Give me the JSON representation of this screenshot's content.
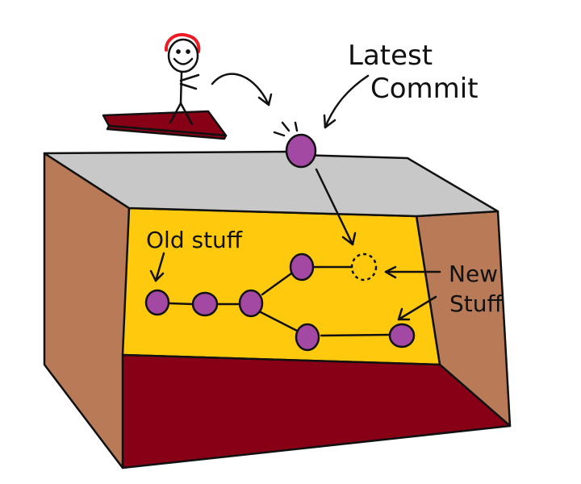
{
  "labels": {
    "latest_line1": "Latest",
    "latest_line2": "Commit",
    "old_stuff": "Old stuff",
    "new_line1": "New",
    "new_line2": "Stuff"
  },
  "colors": {
    "top_face": "#c8c8c8",
    "side_face": "#b97a57",
    "dark_layer": "#880015",
    "yellow_layer": "#ffc90e",
    "commit_node": "#a349a4",
    "hair": "#ed1c24",
    "board": "#880015",
    "outline": "#111111"
  },
  "icons": {
    "character": "stick-figure",
    "commit": "purple-circle",
    "placeholder": "dashed-circle"
  }
}
